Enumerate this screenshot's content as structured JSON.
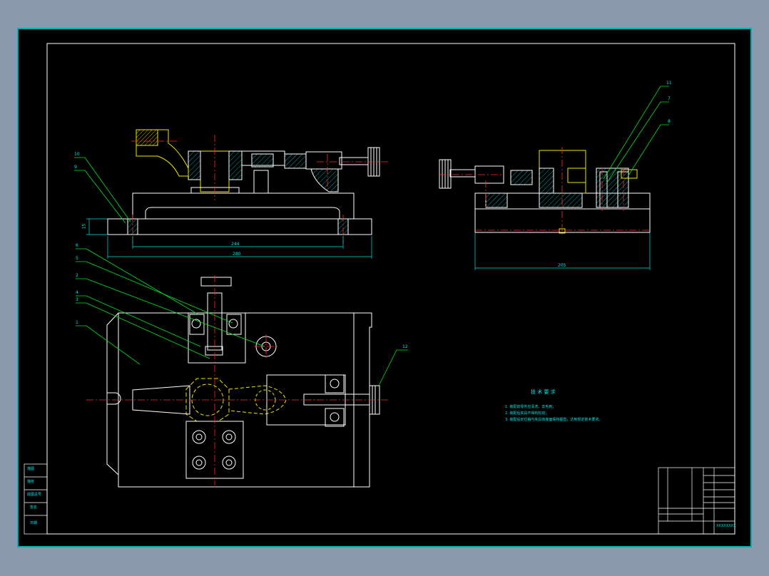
{
  "colors": {
    "background": "#8a99ad",
    "sheet": "#000000",
    "outline": "#ffffff",
    "center_line": "#ff2a2a",
    "dimension": "#00e6e6",
    "leader": "#00e61f",
    "part_yellow": "#f2e600",
    "hatch": "#00d0d0",
    "sheet_border": "#00aeb4"
  },
  "dimensions": {
    "front_inner": "244",
    "front_overall": "280",
    "side_overall": "205",
    "height_left": "15"
  },
  "balloons": {
    "front": [
      "10",
      "9"
    ],
    "side": [
      "11",
      "7",
      "8"
    ],
    "plan_left": [
      "6",
      "5",
      "2",
      "4",
      "3",
      "1"
    ],
    "plan_right": [
      "12"
    ]
  },
  "tech_req": {
    "title": "技 术 要 求",
    "items": [
      "1. 装配前零件应清洗、去毛刺；",
      "2. 装配后夹具不得有松动；",
      "3. 装配后定位销与夹具体底面保持垂直，达到规定技术要求。"
    ]
  },
  "left_stamp": [
    "描图",
    "描校",
    "底图总号",
    "签名",
    "日期"
  ],
  "title_block": {
    "code": "XXXXXXXX"
  }
}
